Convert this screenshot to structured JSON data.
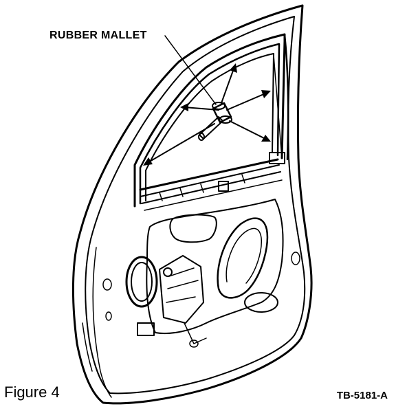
{
  "callout": {
    "label": "RUBBER MALLET"
  },
  "caption": {
    "figure_label": "Figure 4",
    "reference_code": "TB-5181-A"
  },
  "icons": {
    "mallet": "rubber-mallet-icon",
    "arrow": "arrow-icon"
  },
  "colors": {
    "ink": "#000000",
    "paper": "#ffffff"
  }
}
